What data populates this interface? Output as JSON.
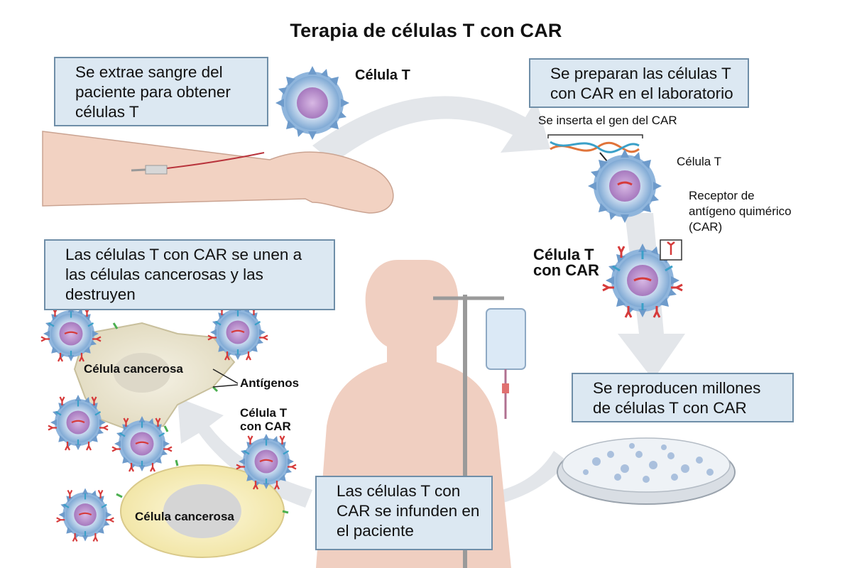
{
  "title": "Terapia de células T con CAR",
  "steps": {
    "extract": "Se extrae sangre del paciente para obtener células T",
    "prepare": "Se preparan las células T con CAR en el laboratorio",
    "reproduce": "Se reproducen millones de células T con CAR",
    "infuse": "Las células T con CAR se infunden en el paciente",
    "destroy": "Las células T con CAR se unen a las células cancerosas y las destruyen"
  },
  "labels": {
    "t_cell_top": "Célula T",
    "gene_insert": "Se inserta el gen del CAR",
    "t_cell_lab": "Célula T",
    "receptor": "Receptor de antígeno quimérico (CAR)",
    "car_t_cell": "Célula T con CAR",
    "cancer_cell_1": "Célula cancerosa",
    "antigens": "Antígenos",
    "car_t_cell_small": "Célula T con CAR",
    "cancer_cell_2": "Célula cancerosa"
  },
  "colors": {
    "box_fill": "#dce8f2",
    "box_border": "#6f8ea8",
    "arrow": "#e3e6ea",
    "cell_outer": "#7fa9d4",
    "cell_nucleus": "#b58dc9",
    "car_receptor": "#d63a3a",
    "antigen": "#4caf50",
    "skin": "#f2d2c2"
  }
}
